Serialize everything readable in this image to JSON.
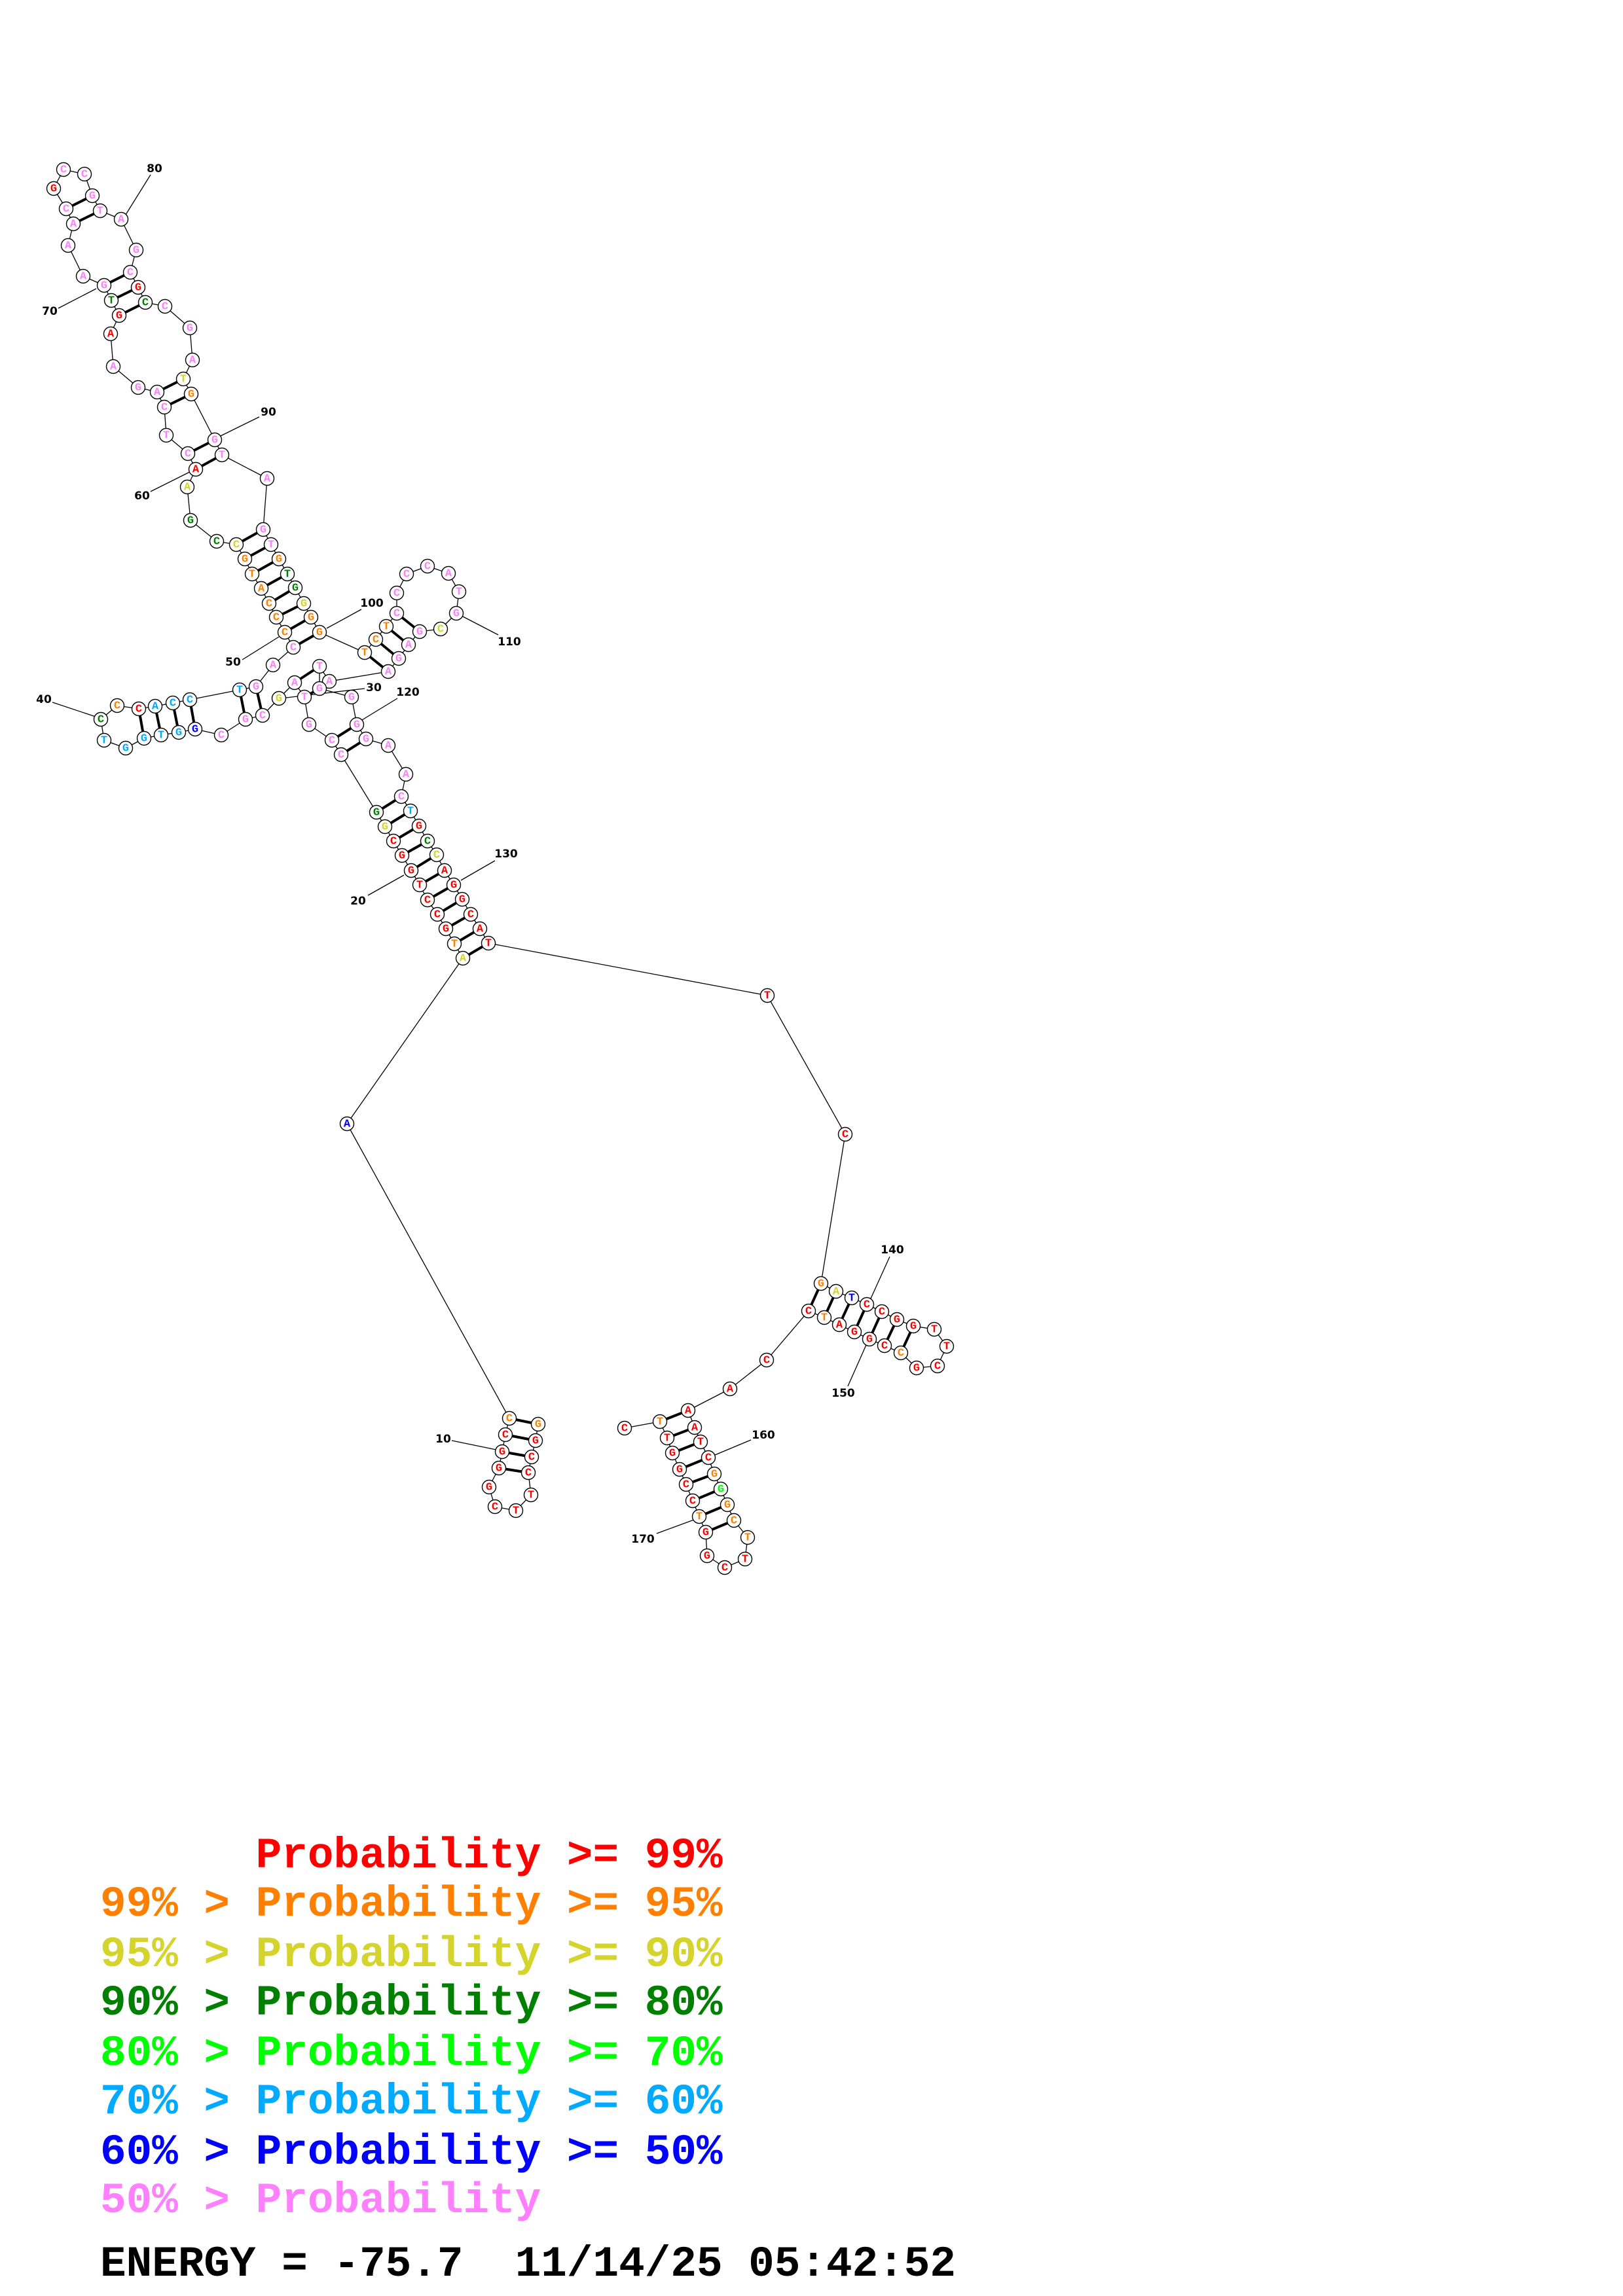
{
  "structure": {
    "sequence": "GGCCTTCGGGCCAATGCCTGGCGGCCGTAGCGCGGTGGTCCCACCTGACCCCATGCCGAACTCAGAAGTGAAACGCCGTAGCGCCGATGGTAGTGTGGGGTCTCCCCATGCGAGAATGGGGAACTGCCAGGCATTCGATCCGGTTCGCCGGATCCAAATCGGGCTTCGGTCCGGTTC",
    "probability_classes": "orrrrrrrrrrobyorrrrrrrygpppppypppbcccccgorccccpppooooooyggyrpppppprrgppppprppppppprgpppyopppppoggyooooopppppppypppppppppppppcrgyrrrrrrrroybrrrrrrrrorrrrorrrrrrrolooorrrrorrrrrorrrroolr",
    "pairs": [
      [
        1,
        12
      ],
      [
        2,
        11
      ],
      [
        3,
        10
      ],
      [
        4,
        9
      ],
      [
        14,
        134
      ],
      [
        15,
        133
      ],
      [
        16,
        132
      ],
      [
        17,
        131
      ],
      [
        18,
        130
      ],
      [
        19,
        129
      ],
      [
        20,
        128
      ],
      [
        21,
        127
      ],
      [
        22,
        126
      ],
      [
        23,
        125
      ],
      [
        24,
        124
      ],
      [
        25,
        121
      ],
      [
        26,
        120
      ],
      [
        28,
        118
      ],
      [
        29,
        117
      ],
      [
        31,
        47
      ],
      [
        32,
        46
      ],
      [
        34,
        45
      ],
      [
        35,
        44
      ],
      [
        36,
        43
      ],
      [
        37,
        42
      ],
      [
        49,
        100
      ],
      [
        50,
        99
      ],
      [
        51,
        98
      ],
      [
        52,
        97
      ],
      [
        53,
        96
      ],
      [
        54,
        95
      ],
      [
        55,
        94
      ],
      [
        56,
        93
      ],
      [
        60,
        91
      ],
      [
        61,
        90
      ],
      [
        63,
        89
      ],
      [
        64,
        88
      ],
      [
        68,
        84
      ],
      [
        69,
        83
      ],
      [
        70,
        82
      ],
      [
        73,
        79
      ],
      [
        74,
        78
      ],
      [
        101,
        115
      ],
      [
        102,
        114
      ],
      [
        103,
        113
      ],
      [
        104,
        112
      ],
      [
        137,
        154
      ],
      [
        138,
        153
      ],
      [
        139,
        152
      ],
      [
        140,
        151
      ],
      [
        141,
        150
      ],
      [
        142,
        149
      ],
      [
        143,
        148
      ],
      [
        157,
        176
      ],
      [
        158,
        175
      ],
      [
        159,
        174
      ],
      [
        160,
        173
      ],
      [
        161,
        172
      ],
      [
        162,
        171
      ],
      [
        163,
        170
      ],
      [
        164,
        169
      ]
    ],
    "position_labels": [
      10,
      20,
      30,
      40,
      50,
      60,
      70,
      80,
      90,
      100,
      110,
      120,
      130,
      140,
      150,
      160,
      170
    ]
  },
  "probability_colors": {
    "r": "#ff0000",
    "o": "#ff8000",
    "y": "#d4d42c",
    "g": "#008000",
    "l": "#00ff00",
    "c": "#00aaff",
    "b": "#0000ff",
    "p": "#ff80ff"
  },
  "legend": [
    {
      "text": "      Probability >= 99%",
      "cls": "r"
    },
    {
      "text": "99% > Probability >= 95%",
      "cls": "o"
    },
    {
      "text": "95% > Probability >= 90%",
      "cls": "y"
    },
    {
      "text": "90% > Probability >= 80%",
      "cls": "g"
    },
    {
      "text": "80% > Probability >= 70%",
      "cls": "l"
    },
    {
      "text": "70% > Probability >= 60%",
      "cls": "c"
    },
    {
      "text": "60% > Probability >= 50%",
      "cls": "b"
    },
    {
      "text": "50% > Probability",
      "cls": "p"
    }
  ],
  "footer": {
    "energy_line": "ENERGY = -75.7  11/14/25 05:42:52"
  }
}
